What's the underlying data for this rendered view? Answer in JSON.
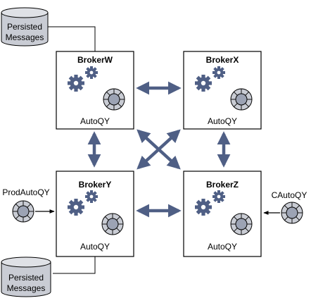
{
  "storage_top": {
    "line1": "Persisted",
    "line2": "Messages"
  },
  "storage_bottom": {
    "line1": "Persisted",
    "line2": "Messages"
  },
  "brokers": {
    "w": {
      "name": "BrokerW",
      "queue": "AutoQY"
    },
    "x": {
      "name": "BrokerX",
      "queue": "AutoQY"
    },
    "y": {
      "name": "BrokerY",
      "queue": "AutoQY"
    },
    "z": {
      "name": "BrokerZ",
      "queue": "AutoQY"
    }
  },
  "producer": {
    "label": "ProdAutoQY"
  },
  "consumer": {
    "label": "CAutoQY"
  },
  "colors": {
    "arrow": "#4f5f85",
    "gear": "#4f5f85",
    "queue_outer": "#c9ccd4",
    "queue_inner": "#9ca3b4",
    "cylinder": "#c9ccd4",
    "cylinder_top": "#dfe1e6"
  }
}
